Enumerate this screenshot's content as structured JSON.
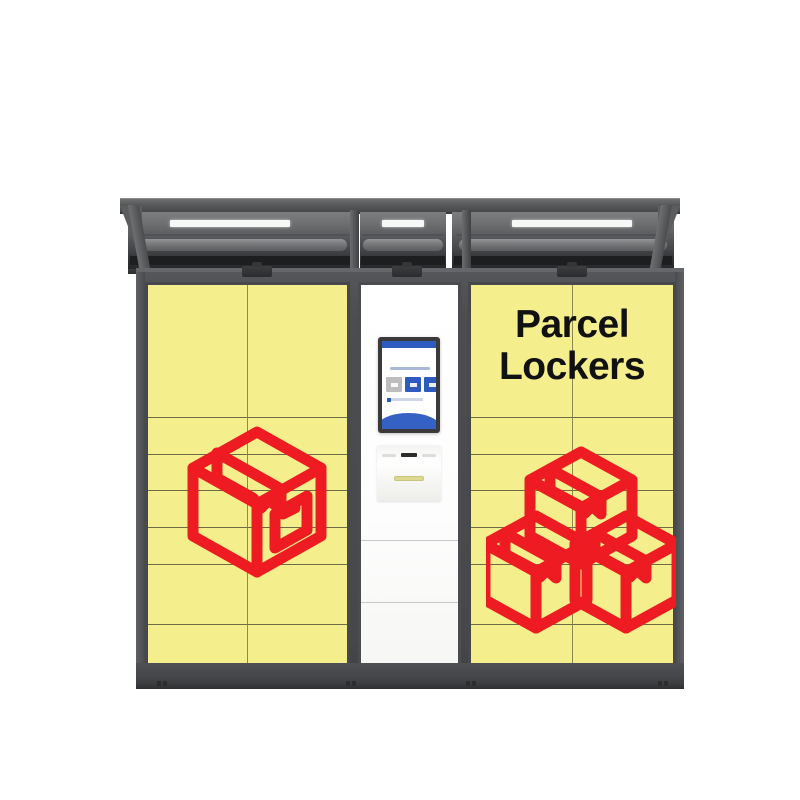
{
  "product": {
    "name": "Parcel Locker Cabinet",
    "brand_text_line1": "Parcel",
    "brand_text_line2": "Lockers"
  },
  "colors": {
    "door_yellow": "#f4ef8c",
    "frame_gray": "#46484b",
    "graphic_red": "#ee1c22",
    "kiosk_white": "#ffffff",
    "screen_blue": "#2f5bbf",
    "brand_text": "#111111"
  },
  "canopy": {
    "bays": [
      {
        "name": "left-canopy-bay"
      },
      {
        "name": "center-canopy-bay"
      },
      {
        "name": "right-canopy-bay"
      }
    ],
    "led_count": 3
  },
  "cabinets": {
    "left": {
      "name": "left-locker-cabinet",
      "columns": 2,
      "row_heights_pct": [
        34.5,
        9.5,
        9.5,
        9.5,
        9.5,
        15.5,
        12.0
      ]
    },
    "right": {
      "name": "right-locker-cabinet",
      "columns": 2,
      "row_heights_pct": [
        34.5,
        9.5,
        9.5,
        9.5,
        9.5,
        15.5,
        12.0
      ]
    }
  },
  "kiosk": {
    "name": "center-control-kiosk",
    "screen": {
      "header_color": "#2f5bbf",
      "buttons": [
        {
          "state": "inactive",
          "color": "#bdbdbd"
        },
        {
          "state": "active",
          "color": "#2f5bbf"
        },
        {
          "state": "active",
          "color": "#2f5bbf"
        }
      ]
    },
    "panel": {
      "slot_label": "card-slot",
      "scanner_label": "barcode-scanner-window"
    },
    "seams_top_pct": [
      66,
      82
    ]
  },
  "graphics": {
    "left_icon": "single-parcel-box-icon",
    "right_icon": "stacked-parcel-boxes-icon",
    "stroke_color": "#ee1c22"
  }
}
